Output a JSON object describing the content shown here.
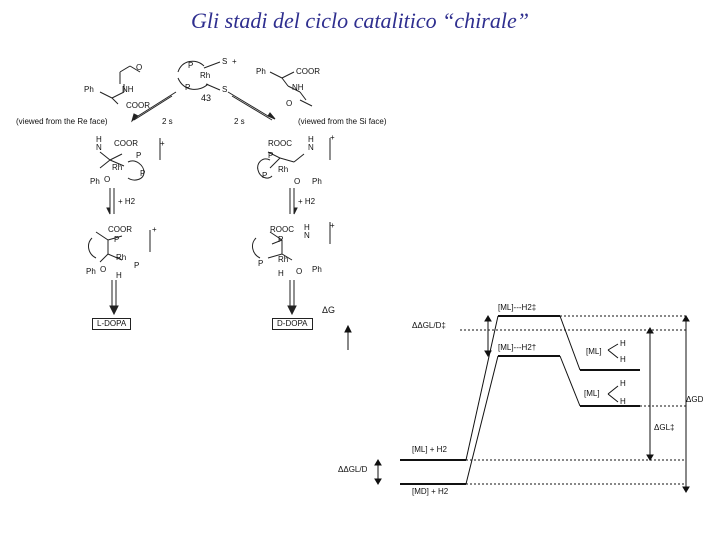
{
  "slide": {
    "title": "Gli stadi del ciclo catalitico “chirale”"
  },
  "scheme": {
    "catalyst_label": "43",
    "left_substrate": {
      "ph": "Ph",
      "nh": "NH",
      "ester": "COOR",
      "o": "O"
    },
    "right_substrate": {
      "ph": "Ph",
      "nh": "NH",
      "ester": "COOR",
      "o": "O"
    },
    "left_view": "(viewed from the Re face)",
    "right_view": "(viewed from the Si face)",
    "left_step_solvent": "2 s",
    "right_step_solvent": "2 s",
    "left_h2": "+ H2",
    "right_h2": "+ H2",
    "left_product": "L-DOPA",
    "right_product": "D-DOPA",
    "complex_labels": {
      "rh": "Rh",
      "p": "P",
      "s": "S",
      "h": "H",
      "n": "N",
      "ph": "Ph",
      "o": "O",
      "cooR": "COOR",
      "rooc": "ROOC",
      "charge": "+"
    }
  },
  "energy_diagram": {
    "axis_label": "ΔG",
    "levels": [
      {
        "label": "[ML]---H2‡"
      },
      {
        "label": "[ML]---H2†"
      },
      {
        "label": "[ML]"
      },
      {
        "label": "[ML]"
      },
      {
        "label": "[ML] + H2"
      },
      {
        "label": "[MD] + H2"
      }
    ],
    "deltas": [
      {
        "label": "ΔΔGL/D‡"
      },
      {
        "label": "ΔGD"
      },
      {
        "label": "ΔGL‡"
      },
      {
        "label": "ΔΔGL/D"
      }
    ],
    "h_labels": [
      "H",
      "H",
      "H",
      "H"
    ]
  }
}
